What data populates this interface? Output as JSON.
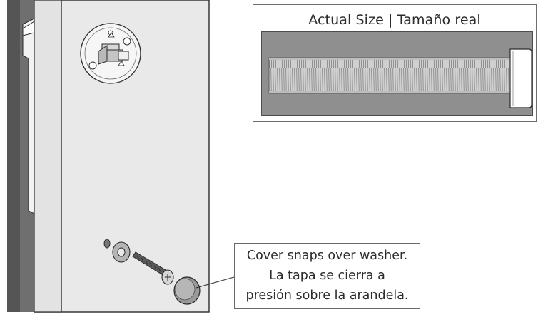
{
  "actual_size": {
    "title": "Actual Size | Tamaño real"
  },
  "callout": {
    "line1": "Cover snaps over washer.",
    "line2": "La tapa se cierra a",
    "line3": "presión sobre la arandela."
  }
}
